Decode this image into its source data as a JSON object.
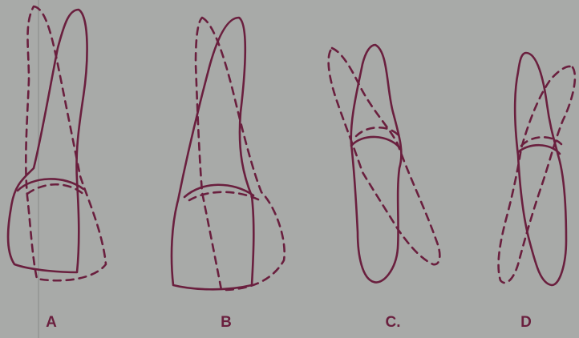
{
  "colors": {
    "background": "#a8aaa8",
    "ink": "#6a1f3e"
  },
  "figure": {
    "panels": [
      {
        "label": "A"
      },
      {
        "label": "B"
      },
      {
        "label": "C."
      },
      {
        "label": "D"
      }
    ]
  }
}
